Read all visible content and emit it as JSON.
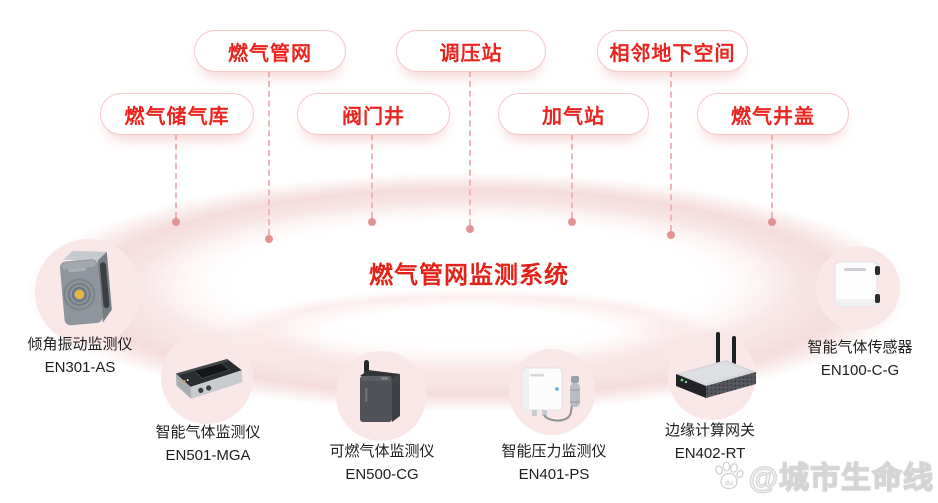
{
  "title": "燃气管网监测系统",
  "tags": [
    {
      "label": "燃气管网"
    },
    {
      "label": "调压站"
    },
    {
      "label": "相邻地下空间"
    },
    {
      "label": "燃气储气库"
    },
    {
      "label": "阀门井"
    },
    {
      "label": "加气站"
    },
    {
      "label": "燃气井盖"
    }
  ],
  "devices": [
    {
      "name": "倾角振动监测仪",
      "model": "EN301-AS",
      "icon": "tilt-vibration-monitor-icon"
    },
    {
      "name": "智能气体监测仪",
      "model": "EN501-MGA",
      "icon": "smart-gas-monitor-icon"
    },
    {
      "name": "可燃气体监测仪",
      "model": "EN500-CG",
      "icon": "combustible-gas-monitor-icon"
    },
    {
      "name": "智能压力监测仪",
      "model": "EN401-PS",
      "icon": "smart-pressure-monitor-icon"
    },
    {
      "name": "边缘计算网关",
      "model": "EN402-RT",
      "icon": "edge-computing-gateway-icon"
    },
    {
      "name": "智能气体传感器",
      "model": "EN100-C-G",
      "icon": "smart-gas-sensor-icon"
    }
  ],
  "watermark": {
    "text": "@城市生命线",
    "icon": "paw-icon"
  },
  "colors": {
    "accent_red": "#e8251f",
    "title_red": "#e2231a",
    "pill_border": "#f5c8c8",
    "dashed_line": "#f0b6b6",
    "connector_dot": "#e29494",
    "device_circle_bg": "#fae7e7",
    "label_text": "#1e1e1e",
    "watermark_outline": "#d3d3d3"
  }
}
